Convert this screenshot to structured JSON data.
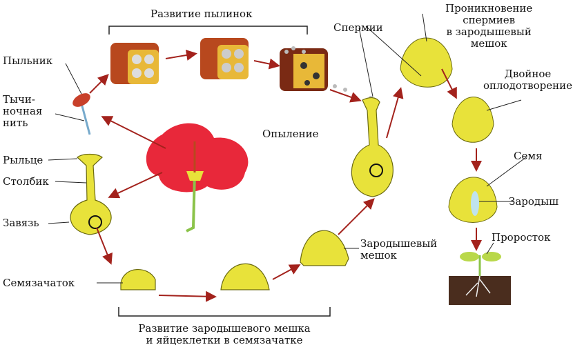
{
  "labels": {
    "pollen_dev": "Развитие пылинок",
    "sperm": "Спермии",
    "penetration": [
      "Проникновение",
      "спермиев",
      "в зародышевый",
      "мешок"
    ],
    "double_fert": [
      "Двойное",
      "оплодотворение"
    ],
    "anther": "Пыльник",
    "filament": [
      "Тычи-",
      "ночная",
      "нить"
    ],
    "pollination": "Опыление",
    "stigma": "Рыльце",
    "style": "Столбик",
    "ovary": "Завязь",
    "seed": "Семя",
    "embryo": "Зародыш",
    "ovule": "Семязачаток",
    "embryo_sac": [
      "Зародышевый",
      "мешок"
    ],
    "seedling": "Проросток",
    "sac_dev": [
      "Развитие зародышевого мешка",
      "и яйцеклетки в семязачатке"
    ]
  },
  "colors": {
    "yellow": "#e8e23a",
    "arrow": "#a3221c",
    "flower": "#e8283a",
    "anther": "#b8481e",
    "soil": "#4a2d1e"
  }
}
